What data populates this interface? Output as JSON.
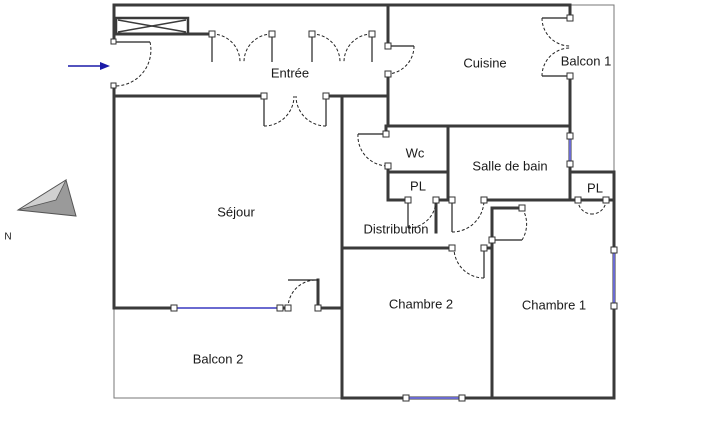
{
  "plan": {
    "rooms": [
      {
        "id": "entree",
        "label": "Entrée"
      },
      {
        "id": "cuisine",
        "label": "Cuisine"
      },
      {
        "id": "balcon1",
        "label": "Balcon 1"
      },
      {
        "id": "wc",
        "label": "Wc"
      },
      {
        "id": "salle_de_bain",
        "label": "Salle de bain"
      },
      {
        "id": "pl1",
        "label": "PL"
      },
      {
        "id": "pl2",
        "label": "PL"
      },
      {
        "id": "sejour",
        "label": "Séjour"
      },
      {
        "id": "distribution",
        "label": "Distribution"
      },
      {
        "id": "chambre2",
        "label": "Chambre 2"
      },
      {
        "id": "chambre1",
        "label": "Chambre 1"
      },
      {
        "id": "balcon2",
        "label": "Balcon 2"
      }
    ],
    "compass": {
      "label": "N"
    },
    "colors": {
      "wall": "#3a3a3a",
      "window": "#6a6ad0",
      "entry_arrow": "#1a1aa8"
    }
  }
}
